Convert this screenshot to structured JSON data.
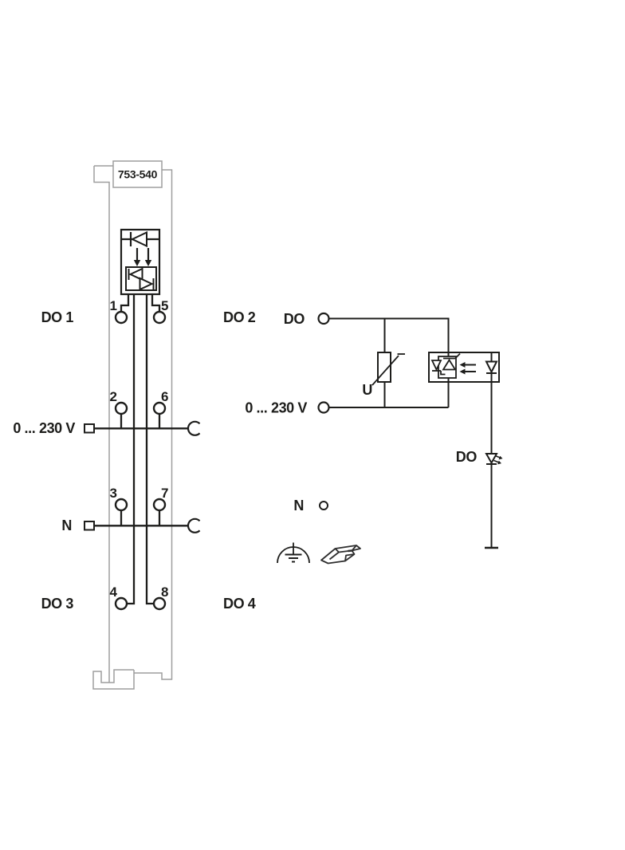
{
  "figure": {
    "type": "wiring-diagram",
    "description": "WAGO I/O module connection diagram, 4-channel digital output 230 V AC"
  },
  "module": {
    "part_number": "753-540",
    "terminal_numbers": {
      "t1": "1",
      "t2": "2",
      "t3": "3",
      "t4": "4",
      "t5": "5",
      "t6": "6",
      "t7": "7",
      "t8": "8"
    },
    "channel_labels": {
      "do1": "DO 1",
      "do2": "DO 2",
      "do3": "DO 3",
      "do4": "DO 4"
    },
    "bus_labels": {
      "live": "0 ... 230 V",
      "neutral": "N"
    }
  },
  "schematic": {
    "output_label": "DO",
    "live_label": "0 ... 230 V",
    "neutral_label": "N",
    "varistor_label": "U",
    "status_led_label": "DO"
  },
  "colors": {
    "ink": "#1d1d1b",
    "module_outline": "#9e9e9e",
    "background": "#ffffff"
  }
}
